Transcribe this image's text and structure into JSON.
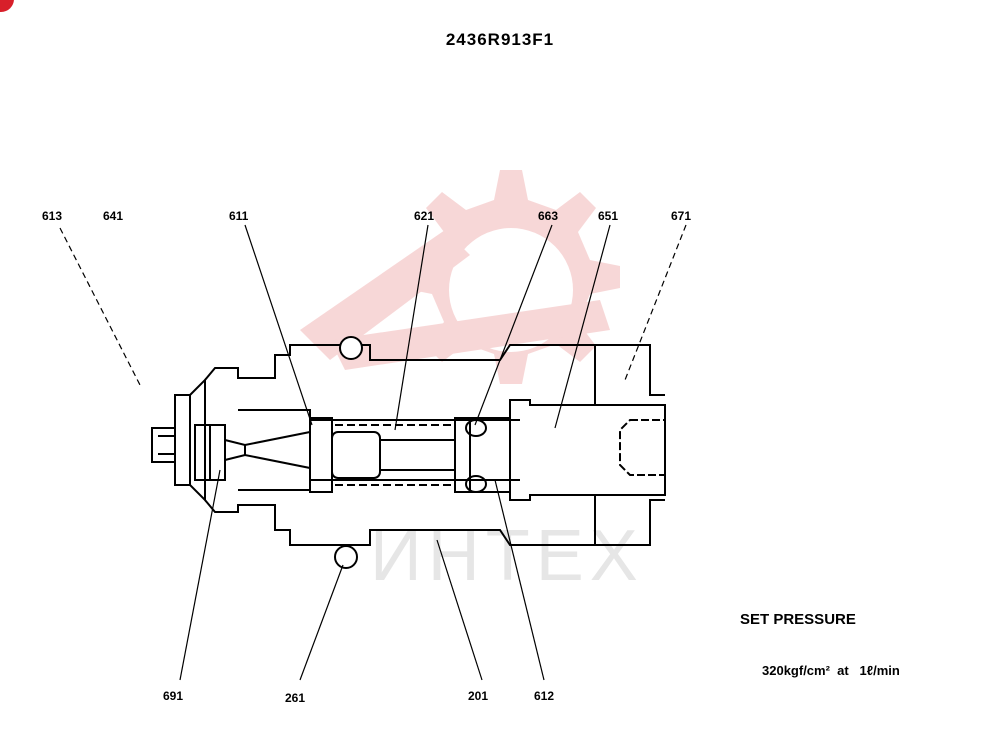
{
  "drawing_number": "2436R913F1",
  "spec": {
    "label": "SET PRESSURE",
    "value": "320kgf/cm²  at   1ℓ/min"
  },
  "watermark": {
    "text": "ИНТЕХ",
    "color": "#f2b7b7"
  },
  "part_labels": {
    "p613": "613",
    "p641": "641",
    "p611": "611",
    "p621": "621",
    "p663": "663",
    "p651": "651",
    "p671": "671",
    "p691": "691",
    "p261": "261",
    "p201": "201",
    "p612": "612"
  }
}
